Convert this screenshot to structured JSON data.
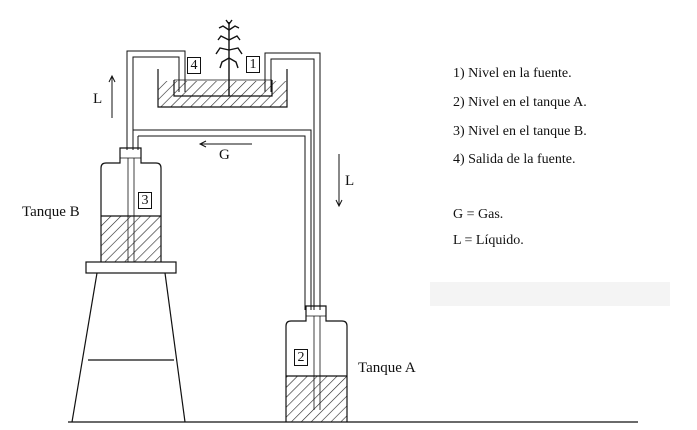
{
  "labels": {
    "tank_b": "Tanque B",
    "tank_a": "Tanque A",
    "flow_l_up": "L",
    "flow_l_down": "L",
    "flow_g": "G"
  },
  "boxes": {
    "b1": "1",
    "b2": "2",
    "b3": "3",
    "b4": "4"
  },
  "legend": [
    "1) Nivel en la fuente.",
    "2) Nivel en el tanque A.",
    "3) Nivel en el tanque B.",
    "4) Salida de la fuente."
  ],
  "legend_keys": [
    "G = Gas.",
    "L = Líquido."
  ]
}
